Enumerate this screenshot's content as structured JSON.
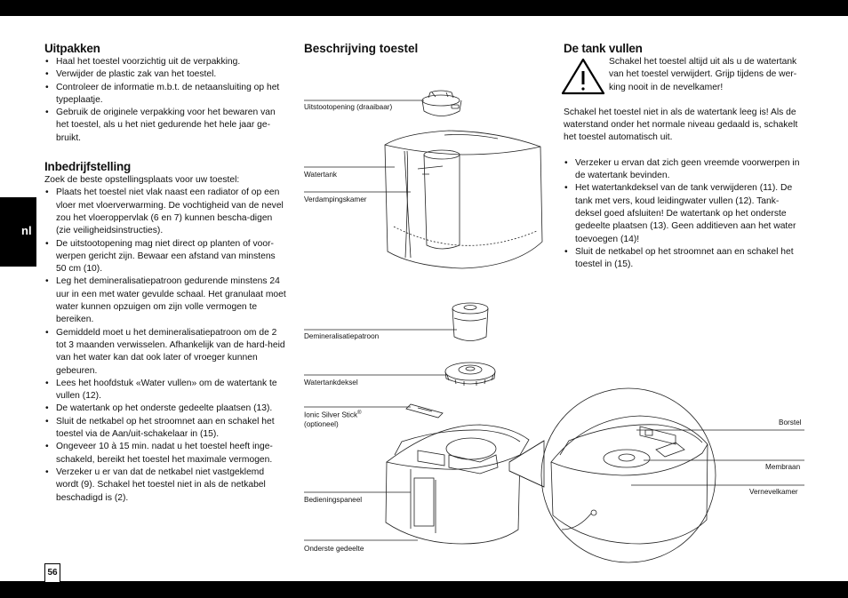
{
  "page_number": "56",
  "language_tab": "nl",
  "col1": {
    "uitpakken_title": "Uitpakken",
    "uitpakken_items": [
      "Haal het toestel voorzichtig uit de verpakking.",
      "Verwijder de plastic zak van het toestel.",
      "Controleer de informatie m.b.t. de netaansluiting op het typeplaatje.",
      "Gebruik de originele verpakking voor het bewaren van het toestel, als u het niet gedurende het hele jaar ge-bruikt."
    ],
    "inbedrijf_title": "Inbedrijfstelling",
    "inbedrijf_intro": "Zoek de beste opstellingsplaats voor uw toestel:",
    "inbedrijf_items": [
      "Plaats het toestel niet vlak naast een radiator of op een vloer met vloerverwarming. De vochtigheid van de nevel zou het vloeroppervlak (6 en 7) kunnen bescha-digen (zie veiligheidsinstructies).",
      "De uitstootopening mag niet direct op planten of voor-werpen gericht zijn. Bewaar een afstand van minstens 50 cm (10).",
      "Leg het demineralisatiepatroon gedurende minstens 24 uur in een met water gevulde schaal. Het granulaat moet water kunnen opzuigen om zijn volle vermogen te bereiken.",
      "Gemiddeld moet u het demineralisatiepatroon om de 2 tot 3 maanden verwisselen. Afhankelijk van de hard-heid van het water kan dat ook later of vroeger kunnen gebeuren.",
      "Lees het hoofdstuk «Water vullen» om de watertank te vullen (12).",
      "De watertank op het onderste gedeelte plaatsen (13).",
      "Sluit de netkabel op het stroomnet aan en schakel het toestel via de Aan/uit-schakelaar in (15).",
      "Ongeveer 10 à 15 min. nadat u het toestel heeft inge-schakeld, bereikt het toestel het maximale vermogen.",
      "Verzeker u er van dat de netkabel niet vastgeklemd wordt (9). Schakel het toestel niet in als de netkabel beschadigd is (2)."
    ]
  },
  "col2": {
    "title": "Beschrijving toestel",
    "labels": {
      "uitstoot": "Uitstootopening (draaibaar)",
      "watertank": "Watertank",
      "verdamping": "Verdampingskamer",
      "demineral": "Demineralisatiepatroon",
      "tankdeksel": "Watertankdeksel",
      "ionic": "Ionic Silver Stick",
      "ionic_reg": "®",
      "ionic_sub": "(optioneel)",
      "bediening": "Bedieningspaneel",
      "onderste": "Onderste gedeelte",
      "borstel": "Borstel",
      "membraan": "Membraan",
      "vernevel": "Vernevelkamer"
    }
  },
  "col3": {
    "title": "De tank vullen",
    "warning": "Schakel het toestel altijd uit als u de watertank van het toestel verwijdert. Grijp tijdens de wer-king nooit in de nevelkamer!",
    "para": "Schakel het toestel niet in als de watertank leeg is! Als de waterstand onder het normale niveau gedaald is, schakelt het toestel automatisch uit.",
    "items": [
      "Verzeker u ervan dat zich geen vreemde voorwerpen in de watertank bevinden.",
      "Het watertankdeksel van de tank verwijderen (11). De tank met vers, koud leidingwater vullen (12). Tank-deksel goed afsluiten! De watertank op het onderste gedeelte plaatsen (13). Geen additieven aan het water toevoegen (14)!",
      "Sluit de netkabel op het stroomnet aan en schakel het toestel in (15)."
    ]
  }
}
